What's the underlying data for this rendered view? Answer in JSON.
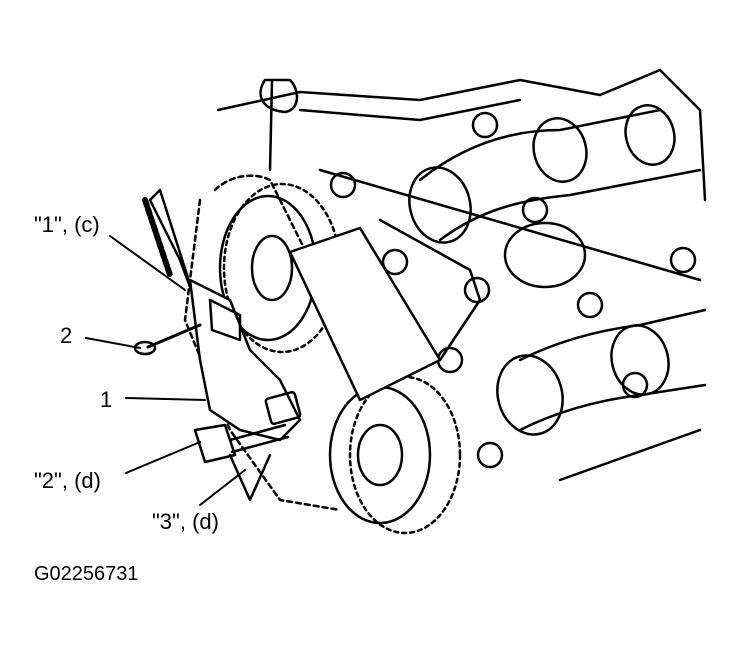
{
  "callouts": {
    "c1": "\"1\", (c)",
    "c2": "2",
    "c3": "1",
    "c4": "\"2\", (d)",
    "c5": "\"3\", (d)"
  },
  "figure_id": "G02256731",
  "colors": {
    "ink": "#000000",
    "paper": "#ffffff"
  }
}
